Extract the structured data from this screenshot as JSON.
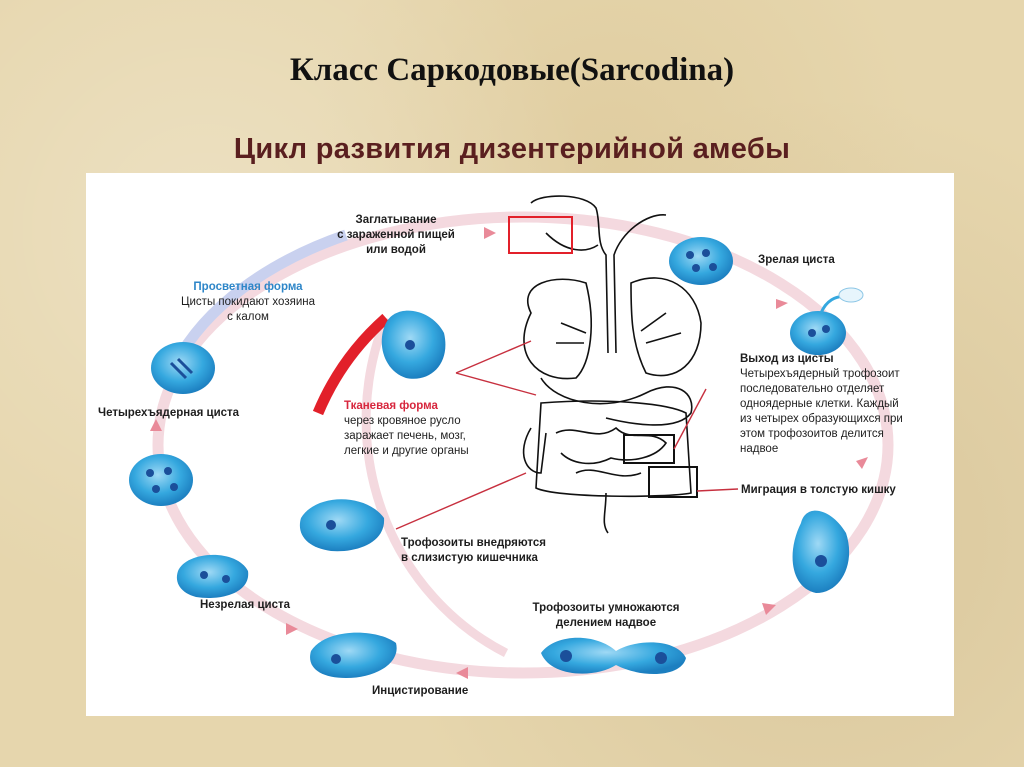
{
  "title": "Класс Саркодовые(Sarcodina)",
  "subtitle": "Цикл развития дизентерийной амебы",
  "diagram": {
    "ingestion": {
      "lines": [
        "Заглатывание",
        "с зараженной пищей",
        "или водой"
      ]
    },
    "mature_cyst": "Зрелая циста",
    "lumen_form": {
      "title": "Просветная форма",
      "lines": [
        "Цисты покидают хозяина",
        "с калом"
      ]
    },
    "four_nuclear_cyst": "Четырехъядерная циста",
    "tissue_form": {
      "title": "Тканевая форма",
      "lines": [
        "через кровяное русло",
        "заражает печень, мозг,",
        "легкие и другие органы"
      ]
    },
    "excystation": {
      "title": "Выход из цисты",
      "lines": [
        "Четырехъядерный трофозоит",
        "последовательно отделяет",
        "одноядерные клетки. Каждый",
        "из четырех образующихся при",
        "этом трофозоитов делится",
        "надвое"
      ]
    },
    "migration": "Миграция в толстую кишку",
    "trophozoites_invade": {
      "lines": [
        "Трофозоиты внедряются",
        "в слизистую кишечника"
      ]
    },
    "immature_cyst": "Незрелая циста",
    "trophozoites_multiply": {
      "lines": [
        "Трофозоиты умножаются",
        "делением надвое"
      ]
    },
    "encystation": "Инцистирование"
  },
  "colors": {
    "title": "#111111",
    "subtitle": "#5a1f1f",
    "background": "#e6d6ad",
    "cell_fill": "#2fa3dc",
    "cell_nucleus": "#1b4f9a",
    "label_blue": "#2e86c8",
    "label_red": "#d7263d",
    "cycle_ring": "#f3d7de",
    "cycle_ring_blue": "#c7cfee",
    "blood_arc": "#e2202a",
    "leader_line": "#c7303f"
  },
  "icons": [
    "amoeba-cell-icon",
    "cyst-icon",
    "digestive-system-icon",
    "arrow-icon"
  ]
}
